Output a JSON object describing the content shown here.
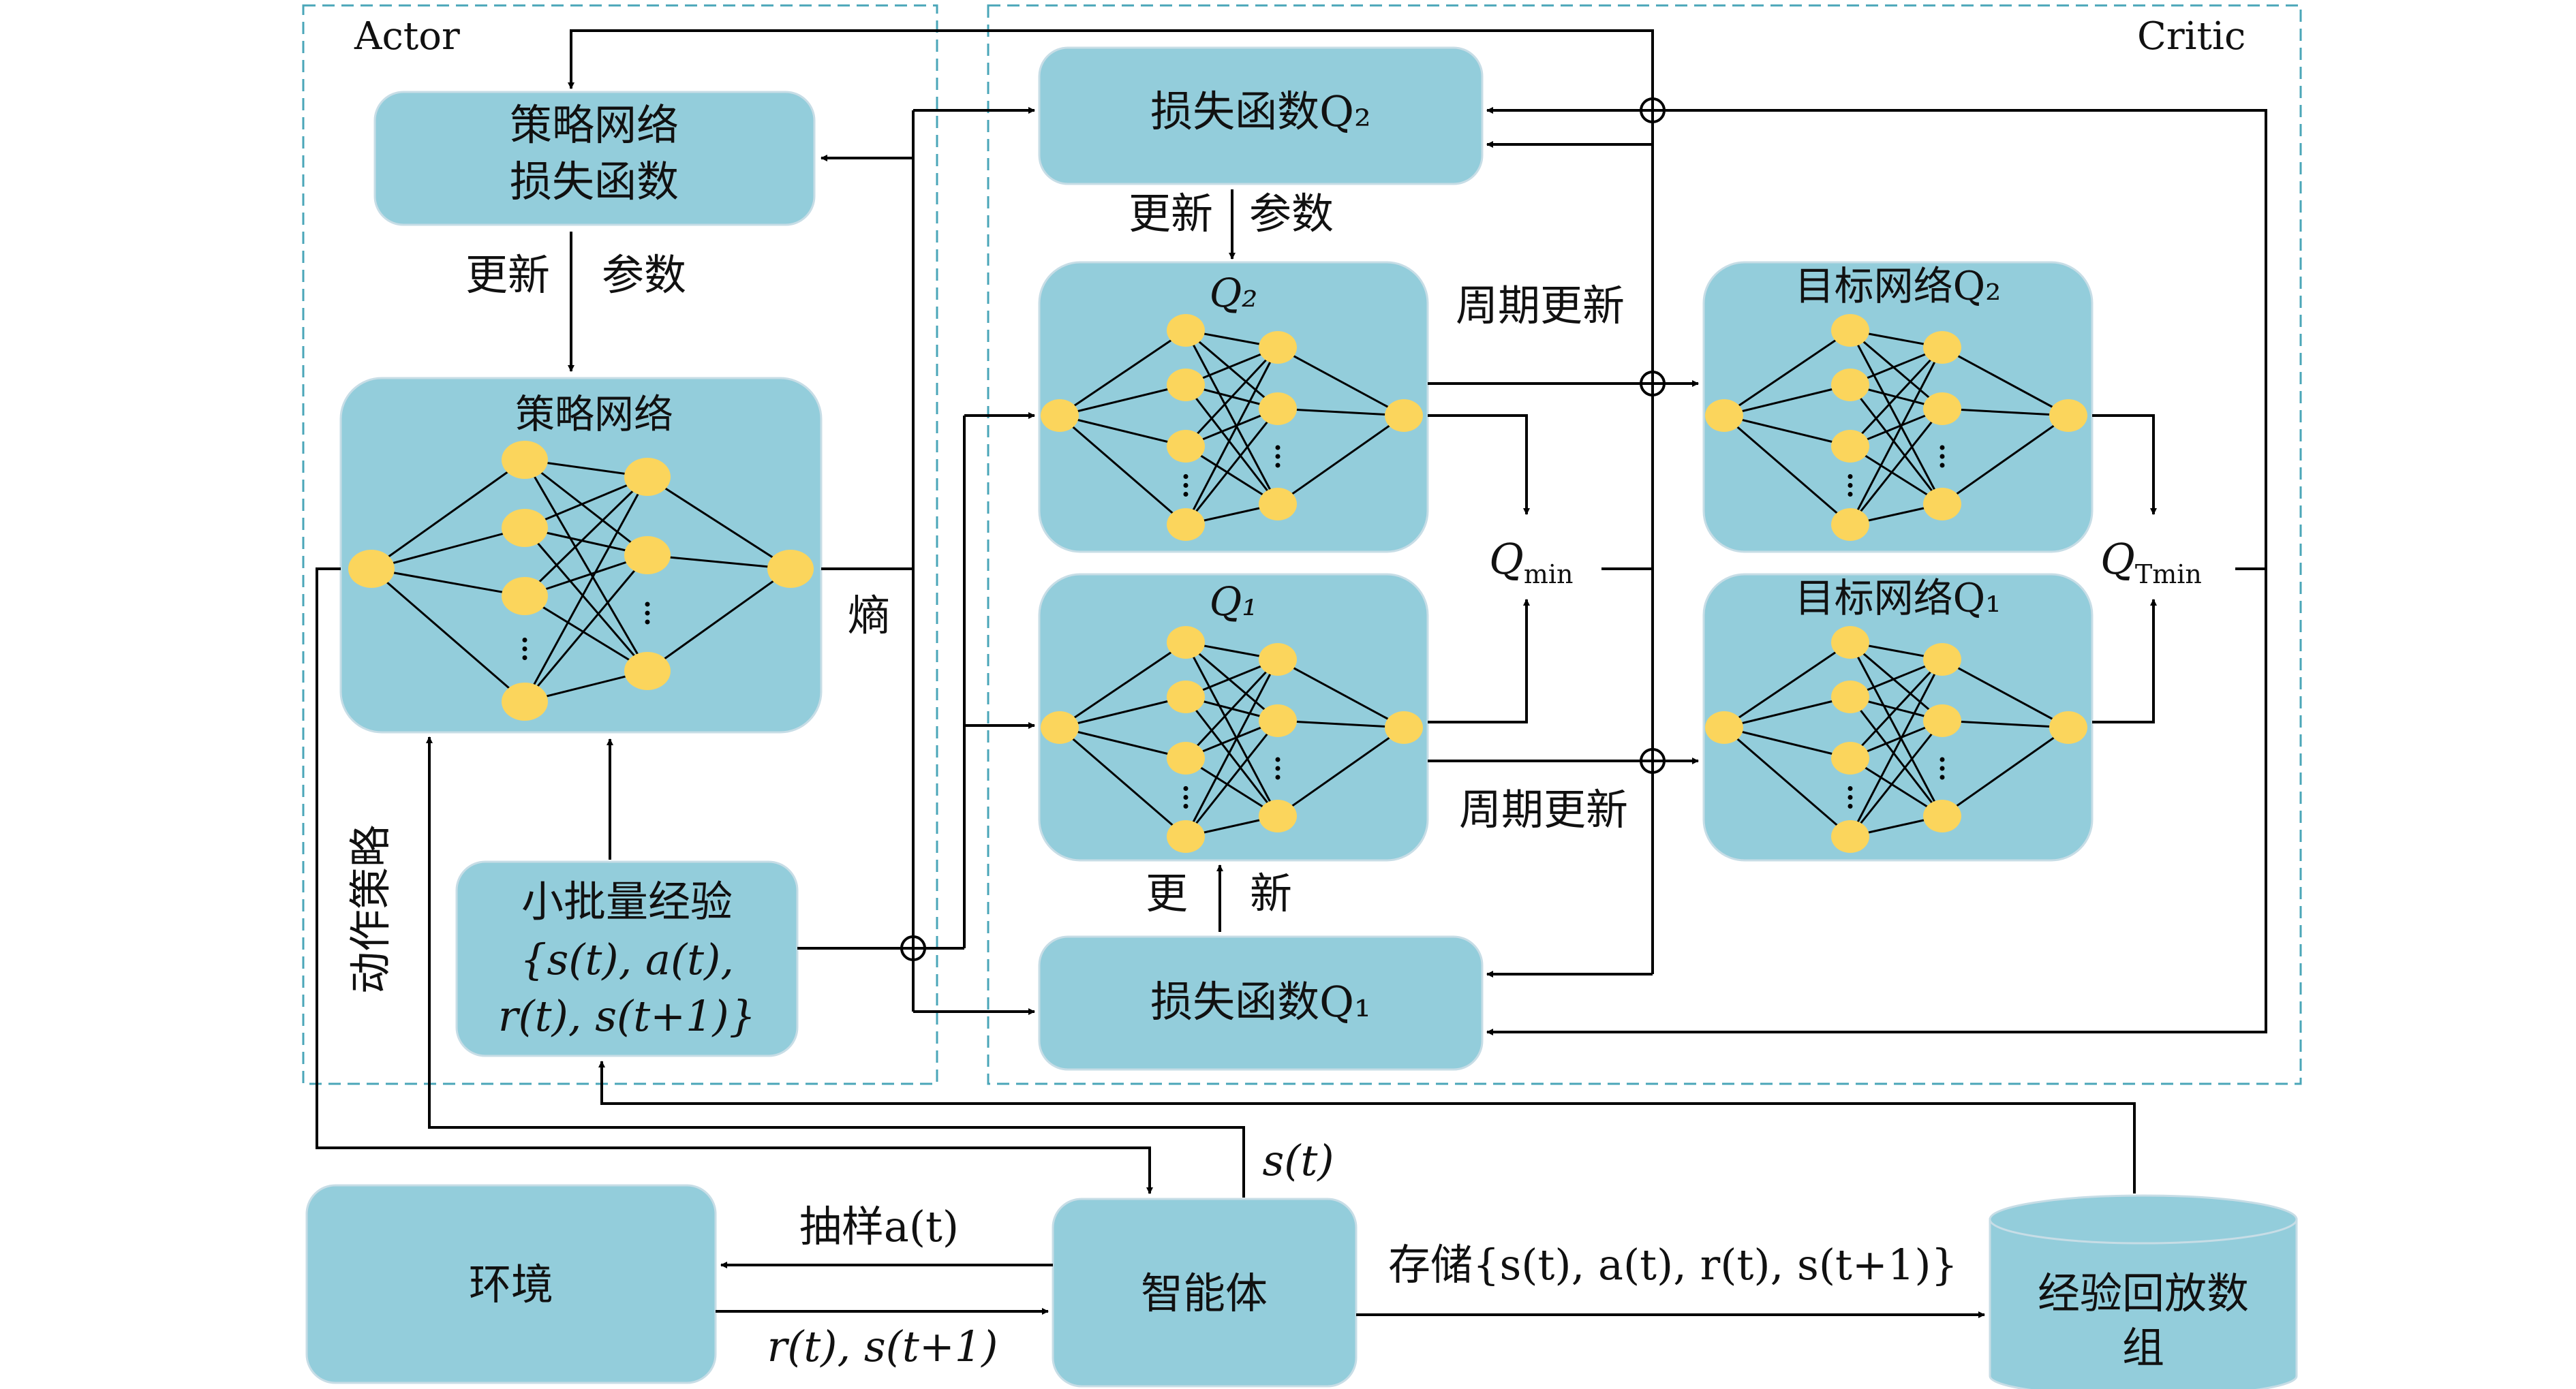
{
  "frames": {
    "actor": "Actor",
    "critic": "Critic"
  },
  "boxes": {
    "policy_loss": [
      "策略网络",
      "损失函数"
    ],
    "policy_net": "策略网络",
    "minibatch": [
      "小批量经验",
      "{s(t), a(t),",
      "r(t), s(t+1)}"
    ],
    "loss_q2": "损失函数Q₂",
    "q2": "Q₂",
    "q1": "Q₁",
    "loss_q1": "损失函数Q₁",
    "target_q2": "目标网络Q₂",
    "target_q1": "目标网络Q₁",
    "env": "环境",
    "agent": "智能体",
    "replay": [
      "经验回放数",
      "组"
    ]
  },
  "labels": {
    "update_actor": "更新",
    "param_actor": "参数",
    "update_q2": "更新",
    "param_q2": "参数",
    "periodic_top": "周期更新",
    "periodic_bottom": "周期更新",
    "entropy": "熵",
    "qmin": "Q",
    "qmin_sub": "min",
    "qtmin": "Q",
    "qtmin_sub": "Tmin",
    "update_q1_a": "更",
    "update_q1_b": "新",
    "action_policy": "动作策略",
    "state": "s(t)",
    "sample_action": "抽样a(t)",
    "reward_state": "r(t), s(t+1)",
    "store": "存储{s(t), a(t), r(t), s(t+1)}"
  },
  "colors": {
    "box_fill": "#93cddb",
    "node_fill": "#fbd55c",
    "frame_stroke": "#4aa6b8"
  }
}
